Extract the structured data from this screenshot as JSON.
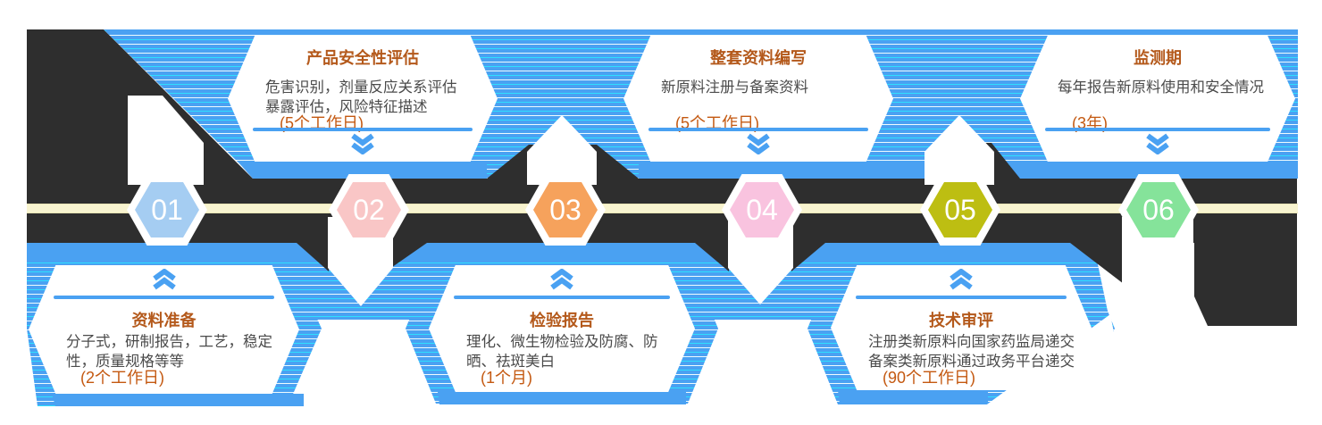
{
  "figure": {
    "type": "process-timeline-infographic",
    "step_count": 6
  },
  "colors": {
    "accent_blue": "#4aa1f2",
    "stripe_base": "#4aa1f2",
    "stripe_cyan": "#2fdffe",
    "stripe_white": "#eefbff",
    "black_band": "#2e2e2e",
    "line_fill": "#f8f4d0",
    "line_border": "#e9e5b6",
    "title_color": "#b4591b",
    "body_color": "#4b4b4b",
    "duration_color": "#c45911",
    "hex_number_color": "#ffffff",
    "callout_bg": "#ffffff"
  },
  "steps": [
    {
      "num": "01",
      "hex_color": "#a5cdf2",
      "title": "资料准备",
      "body1": "分子式，研制报告，工艺，稳定",
      "body2": "性，质量规格等等",
      "duration": "(2个工作日)",
      "placement": "below-line"
    },
    {
      "num": "02",
      "hex_color": "#f9c6c6",
      "title": "产品安全性评估",
      "body1": "危害识别，剂量反应关系评估",
      "body2": "暴露评估，风险特征描述",
      "duration": "(5个工作日)",
      "placement": "above-line"
    },
    {
      "num": "03",
      "hex_color": "#f6a25c",
      "title": "检验报告",
      "body1": "理化、微生物检验及防腐、防",
      "body2": "晒、祛斑美白",
      "duration": "(1个月)",
      "placement": "below-line"
    },
    {
      "num": "04",
      "hex_color": "#f9c3df",
      "title": "整套资料编写",
      "body1": "新原料注册与备案资料",
      "body2": "",
      "duration": "(5个工作日)",
      "placement": "above-line"
    },
    {
      "num": "05",
      "hex_color": "#bdbe12",
      "title": "技术审评",
      "body1": "注册类新原料向国家药监局递交",
      "body2": "备案类新原料通过政务平台递交",
      "duration": "(90个工作日)",
      "placement": "below-line"
    },
    {
      "num": "06",
      "hex_color": "#85e39a",
      "title": "监测期",
      "body1": "每年报告新原料使用和安全情况",
      "body2": "",
      "duration": "(3年)",
      "placement": "above-line"
    }
  ]
}
